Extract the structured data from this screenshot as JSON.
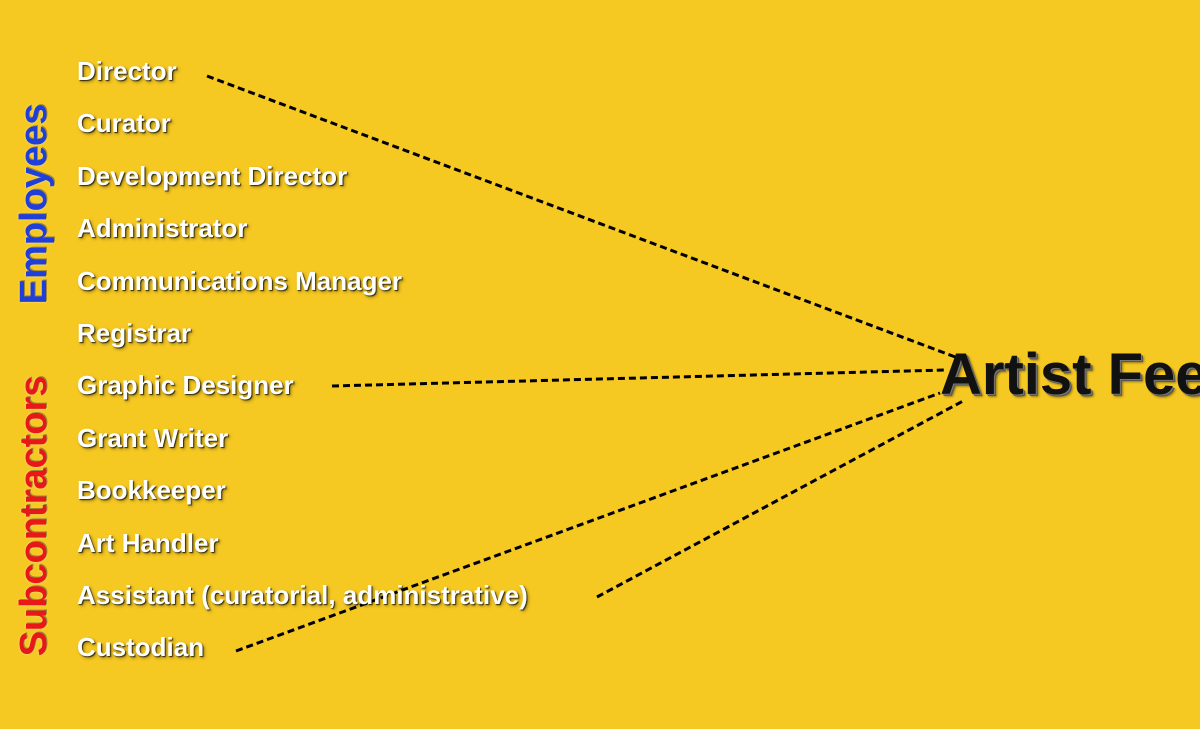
{
  "groups": {
    "employees": {
      "label": "Employees",
      "color": "#1f3fd8"
    },
    "subcontractors": {
      "label": "Subcontractors",
      "color": "#e81818"
    }
  },
  "roles": [
    "Director",
    "Curator",
    "Development Director",
    "Administrator",
    "Communications Manager",
    "Registrar",
    "Graphic Designer",
    "Grant Writer",
    "Bookkeeper",
    "Art Handler",
    "Assistant (curatorial, administrative)",
    "Custodian"
  ],
  "target": {
    "label": "Artist Fee"
  },
  "connections": [
    {
      "from": "Director",
      "to": "Artist Fee"
    },
    {
      "from": "Graphic Designer",
      "to": "Artist Fee"
    },
    {
      "from": "Assistant (curatorial, administrative)",
      "to": "Artist Fee"
    },
    {
      "from": "Custodian",
      "to": "Artist Fee"
    }
  ],
  "colors": {
    "background": "#f5c822",
    "role_text": "#ffffff",
    "connector": "#000000"
  }
}
